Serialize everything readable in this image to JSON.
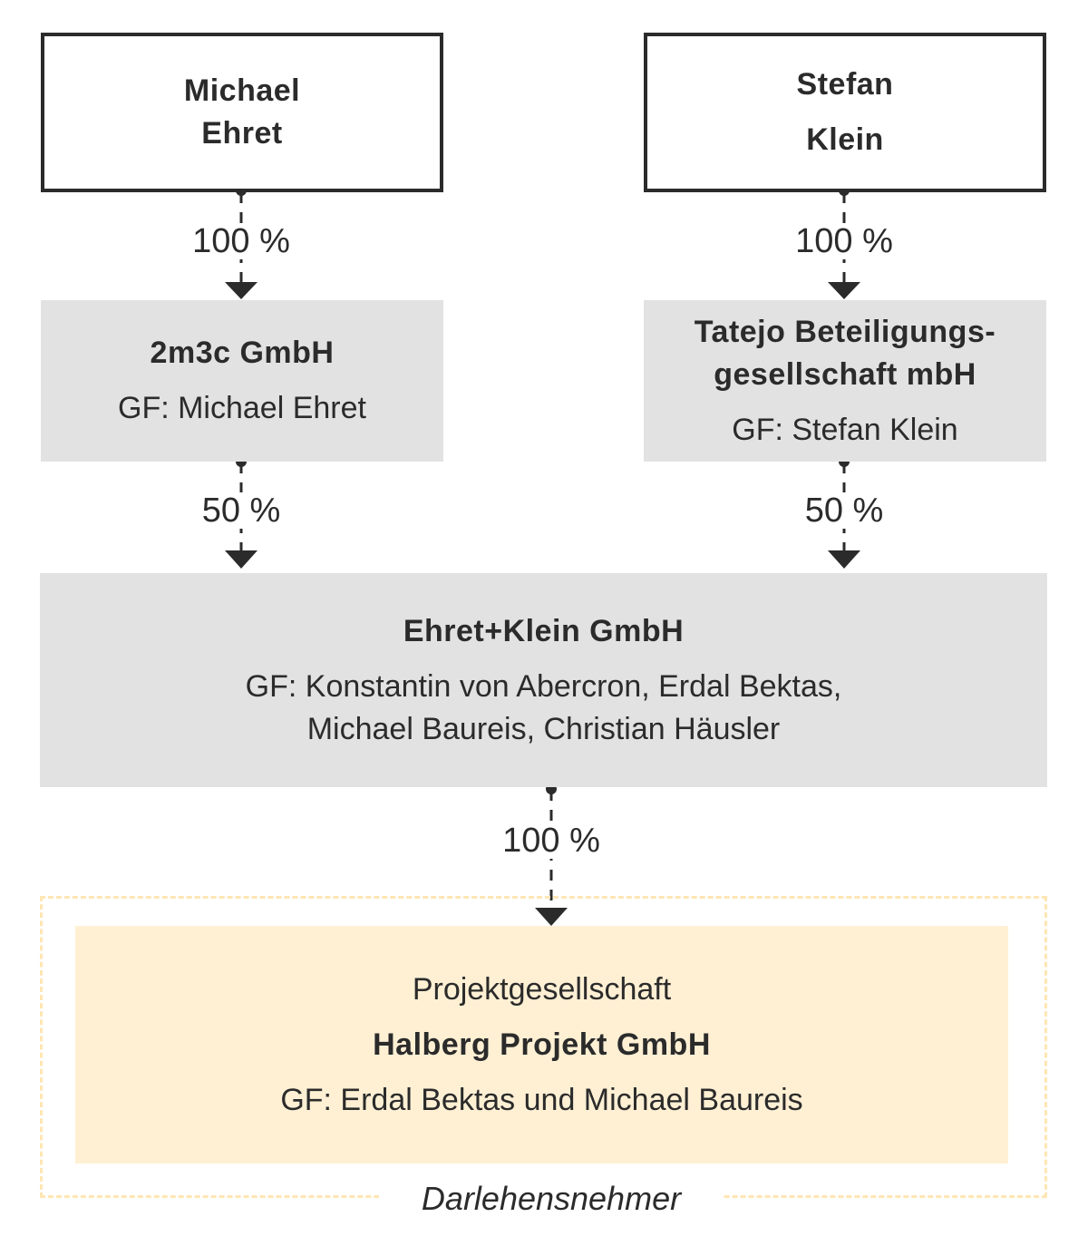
{
  "diagram": {
    "persons": [
      {
        "name_line1": "Michael",
        "name_line2": "Ehret"
      },
      {
        "name_line1": "Stefan",
        "name_line2": "Klein"
      }
    ],
    "holdings": [
      {
        "name": "2m3c GmbH",
        "gf": "GF: Michael Ehret"
      },
      {
        "name_line1": "Tatejo Beteiligungs-",
        "name_line2": "gesellschaft mbH",
        "gf": "GF: Stefan Klein"
      }
    ],
    "parent_company": {
      "name": "Ehret+Klein GmbH",
      "gf_line1": "GF: Konstantin von Abercron, Erdal Bektas,",
      "gf_line2": "Michael Baureis, Christian Häusler"
    },
    "project_company": {
      "label": "Projektgesellschaft",
      "name": "Halberg Projekt GmbH",
      "gf": "GF:  Erdal Bektas und Michael Baureis"
    },
    "ownership": {
      "ehret_to_2m3c": "100 %",
      "klein_to_tatejo": "100 %",
      "2m3c_to_ek": "50 %",
      "tatejo_to_ek": "50 %",
      "ek_to_halberg": "100 %"
    },
    "borrower_label": "Darlehensnehmer",
    "colors": {
      "line": "#2b2b2b",
      "company_fill": "#e2e2e2",
      "project_fill": "#fff0d4",
      "borrower_frame": "#ffe6b3"
    }
  }
}
